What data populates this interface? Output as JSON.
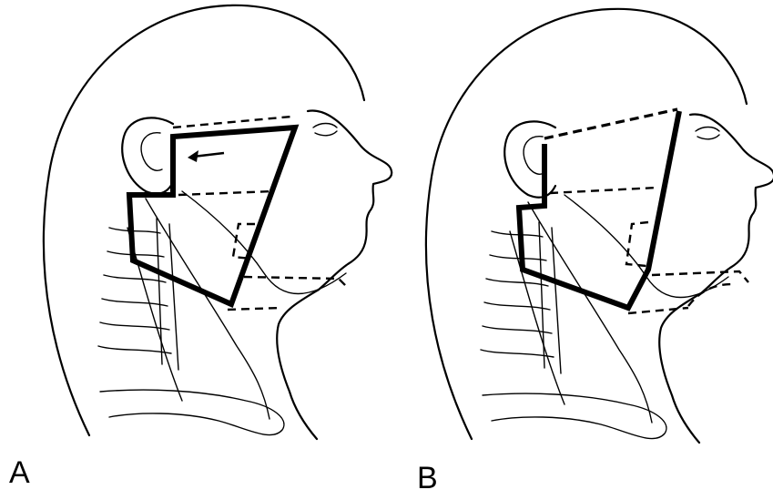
{
  "panels": [
    {
      "id": "A",
      "label": "A"
    },
    {
      "id": "B",
      "label": "B"
    }
  ],
  "colors": {
    "ink": "#000000",
    "background": "#ffffff"
  }
}
